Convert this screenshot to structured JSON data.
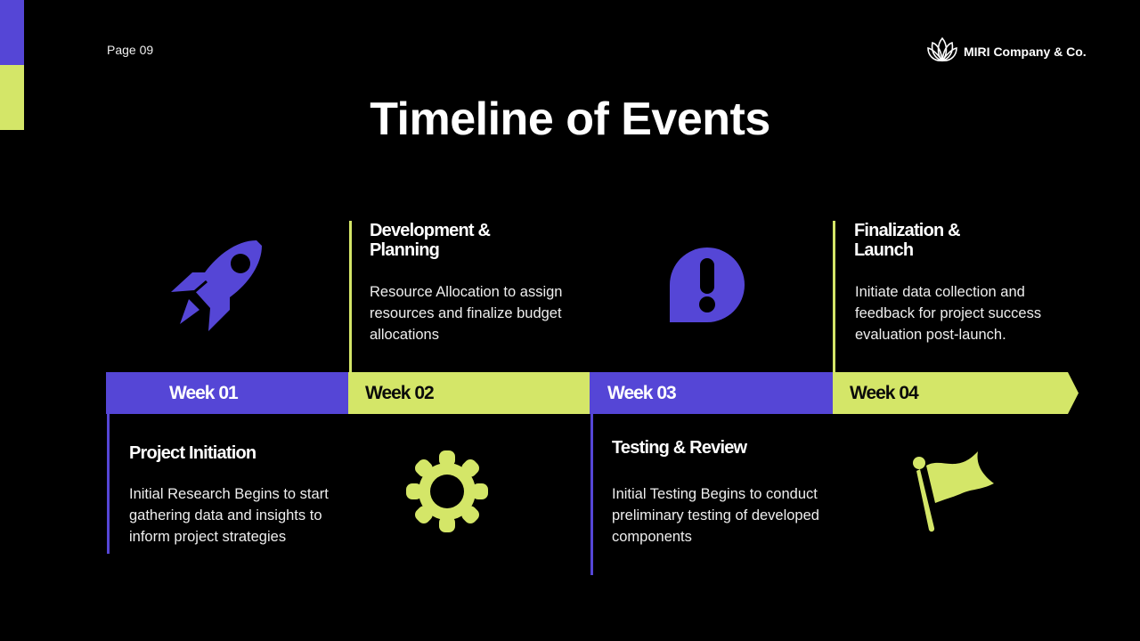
{
  "header": {
    "page_number": "Page 09",
    "company": "MIRI Company & Co.",
    "logo_icon": "lotus-icon",
    "title": "Timeline of Events"
  },
  "colors": {
    "background": "#000000",
    "purple": "#5546d6",
    "lime": "#d4e668",
    "text": "#ffffff"
  },
  "timeline": {
    "weeks": [
      {
        "label": "Week 01",
        "color": "#5546d6"
      },
      {
        "label": "Week 02",
        "color": "#d4e668"
      },
      {
        "label": "Week 03",
        "color": "#5546d6"
      },
      {
        "label": "Week 04",
        "color": "#d4e668"
      }
    ],
    "events": [
      {
        "title": "Project Initiation",
        "description": "Initial Research Begins to start gathering data and insights to inform project strategies",
        "icon": "rocket-icon",
        "decor_icon": "gear-icon",
        "position": "below"
      },
      {
        "title": "Development & Planning",
        "description": "Resource Allocation to assign resources and finalize budget allocations",
        "icon": "rocket-icon",
        "position": "above"
      },
      {
        "title": "Testing & Review",
        "description": "Initial Testing Begins to conduct preliminary testing of developed components",
        "icon": "alert-icon",
        "decor_icon": "flag-icon",
        "position": "below"
      },
      {
        "title": "Finalization & Launch",
        "description": "Initiate data collection and feedback for project success evaluation post-launch.",
        "position": "above"
      }
    ]
  }
}
